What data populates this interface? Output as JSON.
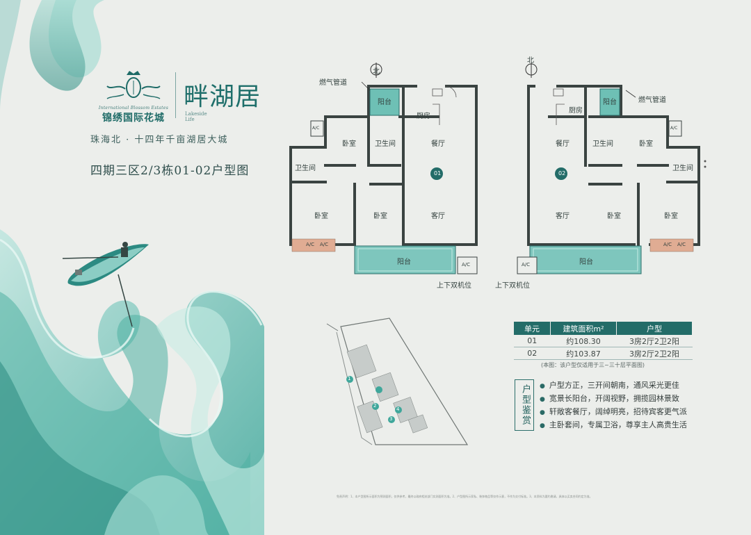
{
  "brand": {
    "developer_latin": "International Blossom Estates",
    "developer_cn": "锦绣国际花城",
    "project_name": "畔湖居",
    "project_sub": "Lakeside Life"
  },
  "slogan": "珠海北 · 十四年千亩湖居大城",
  "title": "四期三区2/3栋01-02户型图",
  "plan_left": {
    "north": "北",
    "unit": "01",
    "labels": {
      "gas_pipe": "燃气管道",
      "balcony_small": "阳台",
      "kitchen": "厨房",
      "bedroom_top": "卧室",
      "bath_mid": "卫生间",
      "dining": "餐厅",
      "bath_left": "卫生间",
      "bedroom_left": "卧室",
      "bedroom_mid": "卧室",
      "living": "客厅",
      "ac1": "A/C",
      "ac2": "A/C",
      "ac3": "A/C",
      "ac4": "A/C",
      "balcony_big": "阳台",
      "ac_pos": "上下双机位"
    }
  },
  "plan_right": {
    "north": "北",
    "unit": "02",
    "labels": {
      "gas_pipe": "燃气管道",
      "balcony_small": "阳台",
      "kitchen": "厨房",
      "dining": "餐厅",
      "bath_mid": "卫生间",
      "bedroom_top": "卧室",
      "bath_right": "卫生间",
      "living": "客厅",
      "bedroom_mid": "卧室",
      "bedroom_right": "卧室",
      "ac1": "A/C",
      "ac2": "A/C",
      "ac3": "A/C",
      "ac4": "A/C",
      "balcony_big": "阳台",
      "ac_pos": "上下双机位"
    }
  },
  "site_map": {
    "markers": [
      "1",
      "2",
      "3",
      "4"
    ]
  },
  "table": {
    "headers": [
      "单元",
      "建筑面积m²",
      "户型"
    ],
    "rows": [
      [
        "01",
        "约108.30",
        "3房2厅2卫2阳"
      ],
      [
        "02",
        "约103.87",
        "3房2厅2卫2阳"
      ]
    ],
    "note": "(本图：该户型仅适用于三~三十层平面图)"
  },
  "highlights": {
    "tag": "户型鉴赏",
    "items": [
      "户型方正，三开间朝南，通风采光更佳",
      "宽景长阳台，开阔视野，拥揽园林景致",
      "轩敞客餐厅，阔绰明亮，招待宾客更气派",
      "主卧套间，专属卫浴，尊享主人高贵生活"
    ]
  },
  "disclaimer": "免责声明：1、本户型图所示面积为预测面积，仅供参考，最终以政府相关部门实测面积为准。2、户型图所示家私、装饰物品等仅作示意，不作为交付标准。3、本资料为要约邀请，具体以买卖合同约定为准。",
  "colors": {
    "accent": "#236c68",
    "teal": "#5fb8ae",
    "balcony_fill": "#7ec6bd",
    "ac_fill": "#e0ac93"
  }
}
